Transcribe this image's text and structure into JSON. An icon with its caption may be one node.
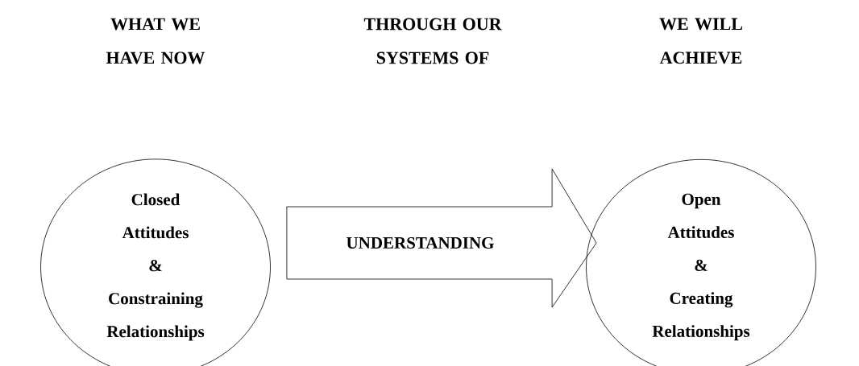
{
  "diagram": {
    "nodes": [
      {
        "text": [
          "Closed Attitudes & Constraining Relationships"
        ]
      },
      {
        "text": [
          "Open Attitudes & Creating Relationships"
        ]
      }
    ],
    "edges": [
      {
        "from": 0,
        "to": 1,
        "arrow": "to",
        "label": "UNDERSTANDING"
      }
    ],
    "labels": [
      "WHAT WE HAVE NOW",
      "THROUGH OUR SYSTEMS OF",
      "WE WILL ACHIEVE"
    ]
  }
}
